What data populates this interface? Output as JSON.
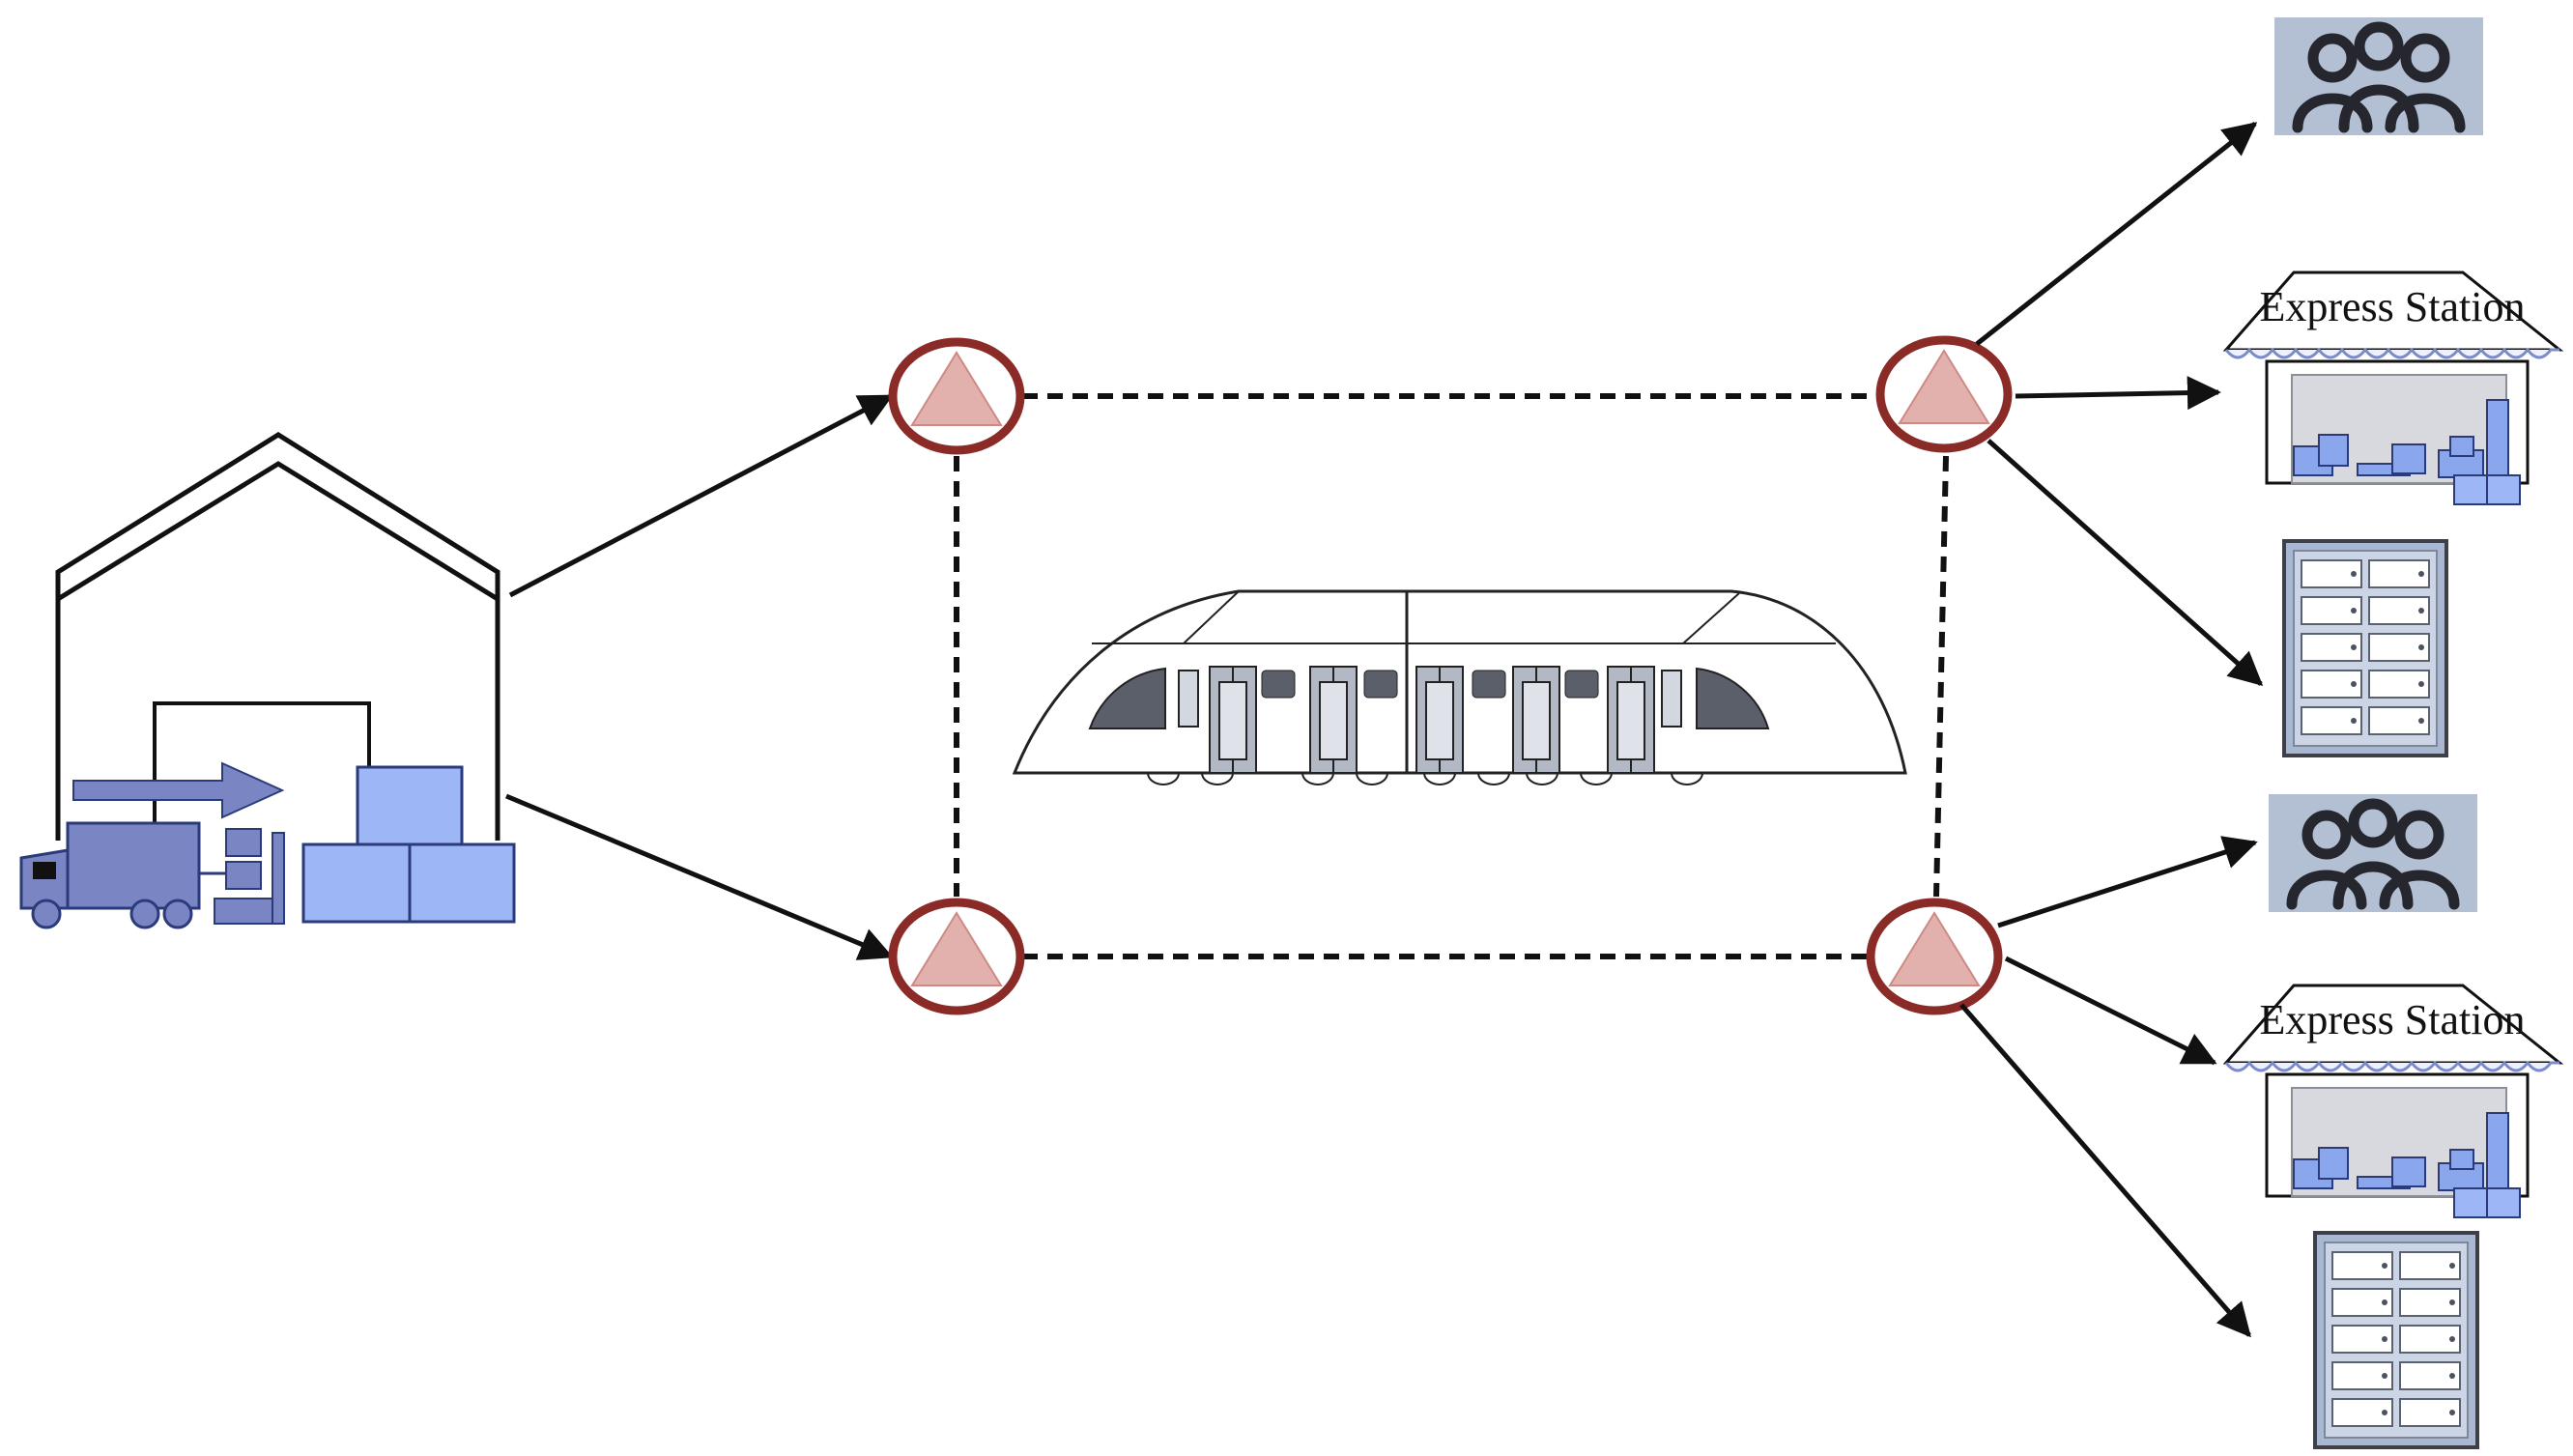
{
  "colors": {
    "line": "#111111",
    "node_ring": "#8b2b27",
    "node_fill": "#ffffff",
    "node_triangle": "#e3b1ad",
    "warehouse_blue_dark": "#7a86c4",
    "warehouse_blue_light": "#9db6f6",
    "icon_bg": "#b3bfd3",
    "icon_figure": "#26262e",
    "locker_frame": "#a8b7d2",
    "locker_door": "#ffffff",
    "station_box": "#8aa6ec",
    "train_door": "#b3b8c5",
    "train_window": "#5b5f69"
  },
  "nodes": [
    "hub-top-left",
    "hub-bottom-left",
    "hub-top-right",
    "hub-bottom-right"
  ],
  "destinations": {
    "top": [
      {
        "type": "people-group-icon"
      },
      {
        "type": "express-station-icon",
        "label": "Express Station"
      },
      {
        "type": "parcel-locker-icon"
      }
    ],
    "bottom": [
      {
        "type": "people-group-icon"
      },
      {
        "type": "express-station-icon",
        "label": "Express Station"
      },
      {
        "type": "parcel-locker-icon"
      }
    ]
  }
}
